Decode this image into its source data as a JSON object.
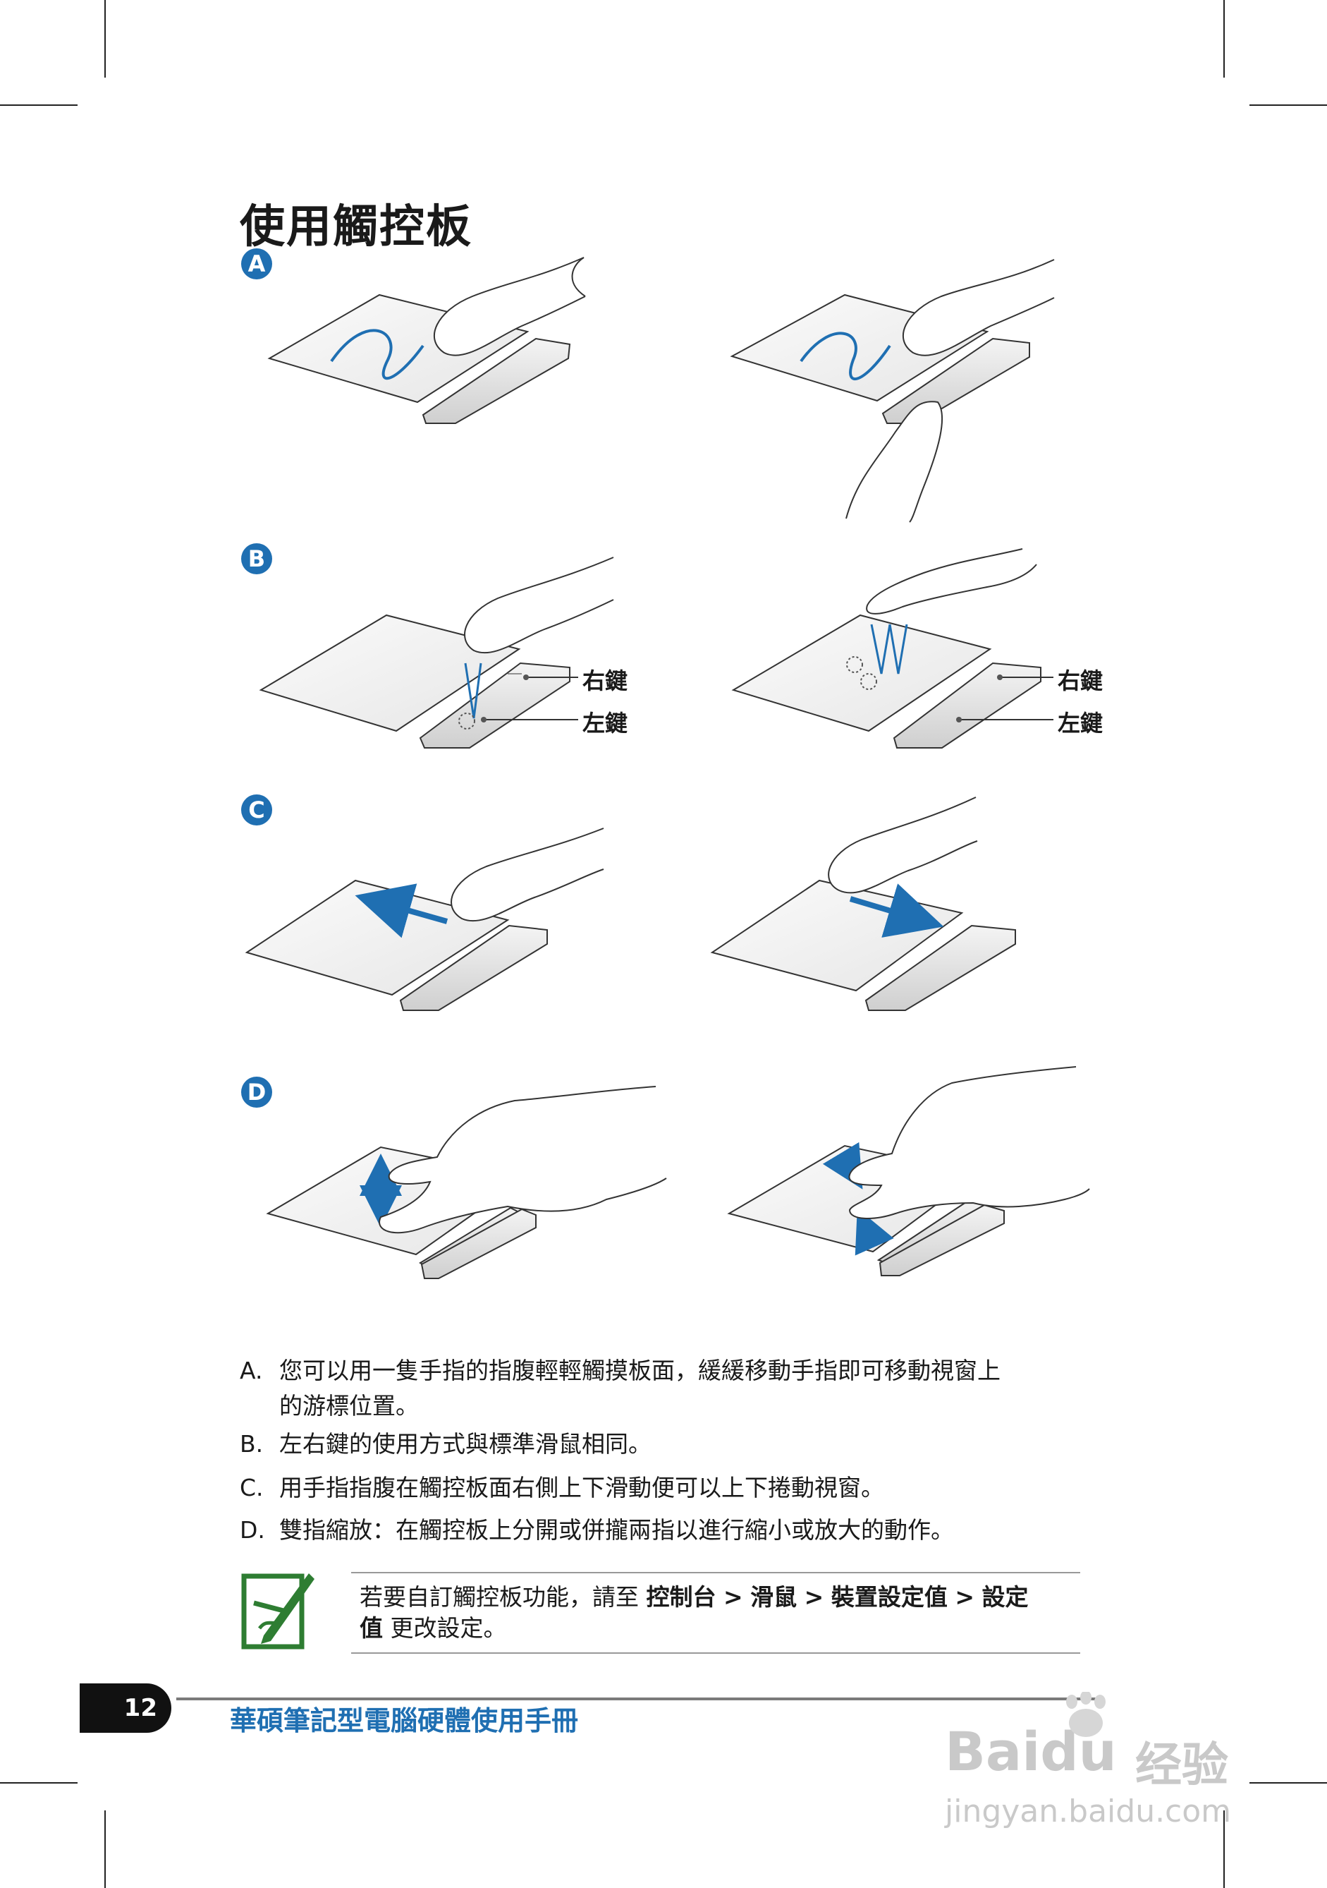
{
  "page": {
    "title": "使用觸控板",
    "sections": [
      "A",
      "B",
      "C",
      "D"
    ],
    "callouts": {
      "right_key": "右鍵",
      "left_key": "左鍵"
    },
    "items": [
      {
        "letter": "A.",
        "line1": "您可以用一隻手指的指腹輕輕觸摸板面，緩緩移動手指即可移動視窗上",
        "line2": "的游標位置。"
      },
      {
        "letter": "B.",
        "line1": "左右鍵的使用方式與標準滑鼠相同。"
      },
      {
        "letter": "C.",
        "line1": "用手指指腹在觸控板面右側上下滑動便可以上下捲動視窗。"
      },
      {
        "letter": "D.",
        "line1": "雙指縮放：在觸控板上分開或併攏兩指以進行縮小或放大的動作。"
      }
    ],
    "note": {
      "prefix": "若要自訂觸控板功能，請至",
      "path_1": "控制台",
      "sep": ">",
      "path_2": "滑鼠",
      "path_3": "裝置設定值",
      "path_4": "設定",
      "path_5": "值",
      "suffix": "更改設定。"
    },
    "footer": {
      "page_number": "12",
      "manual_title": "華碩筆記型電腦硬體使用手冊"
    },
    "watermark": {
      "brand": "Baidu",
      "brand_cn": "经验",
      "url": "jingyan.baidu.com"
    },
    "colors": {
      "accent": "#1f6fb2",
      "note_icon": "#2e7d32"
    }
  }
}
